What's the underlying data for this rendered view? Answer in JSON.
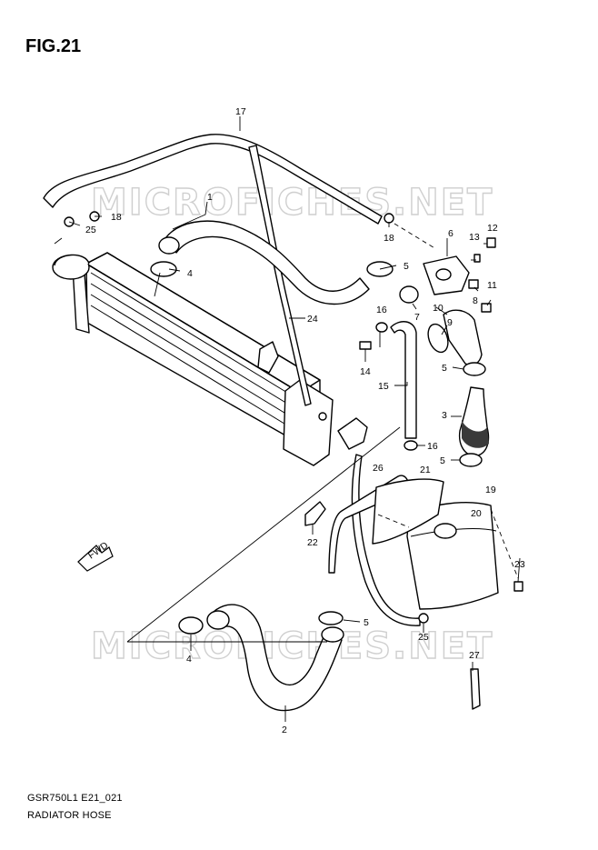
{
  "figure": {
    "title": "FIG.21"
  },
  "watermark": {
    "text": "MICROFICHES.NET"
  },
  "footer": {
    "model_code": "GSR750L1 E21_021",
    "section_name": "RADIATOR HOSE"
  },
  "callouts": {
    "c17": "17",
    "c1": "1",
    "c18a": "18",
    "c25a": "25",
    "c18b": "18",
    "c6": "6",
    "c12": "12",
    "c13": "13",
    "c5a": "5",
    "c4a": "4",
    "c8": "8",
    "c11": "11",
    "c10": "10",
    "c9": "9",
    "c7": "7",
    "c16a": "16",
    "c24": "24",
    "c14": "14",
    "c5b": "5",
    "c15": "15",
    "c3": "3",
    "c16b": "16",
    "c5c": "5",
    "c26": "26",
    "c21": "21",
    "c19": "19",
    "c20": "20",
    "c22": "22",
    "c23": "23",
    "c5d": "5",
    "c25b": "25",
    "c27": "27",
    "c4b": "4",
    "c2": "2"
  },
  "direction_arrow": {
    "label": "FWD",
    "icon": "fwd-arrow-icon"
  }
}
